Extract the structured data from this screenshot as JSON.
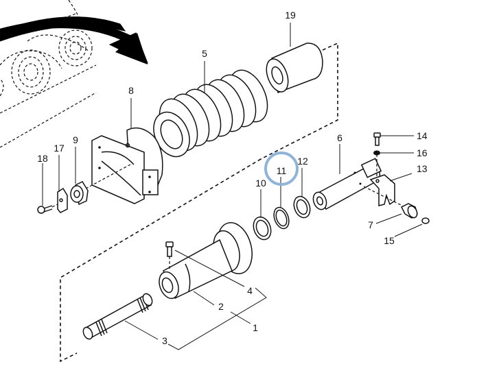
{
  "diagram": {
    "type": "exploded-parts-diagram",
    "subject": "Track idler recoil spring assembly",
    "highlight_color": "#8fb4d9",
    "highlighted_part": "11",
    "parts": [
      {
        "id": "p1",
        "label": "1"
      },
      {
        "id": "p2",
        "label": "2"
      },
      {
        "id": "p3",
        "label": "3"
      },
      {
        "id": "p4",
        "label": "4"
      },
      {
        "id": "p5",
        "label": "5"
      },
      {
        "id": "p6",
        "label": "6"
      },
      {
        "id": "p7",
        "label": "7"
      },
      {
        "id": "p8",
        "label": "8"
      },
      {
        "id": "p9",
        "label": "9"
      },
      {
        "id": "p10",
        "label": "10"
      },
      {
        "id": "p11",
        "label": "11"
      },
      {
        "id": "p12",
        "label": "12"
      },
      {
        "id": "p13",
        "label": "13"
      },
      {
        "id": "p14",
        "label": "14"
      },
      {
        "id": "p15",
        "label": "15"
      },
      {
        "id": "p16",
        "label": "16"
      },
      {
        "id": "p17",
        "label": "17"
      },
      {
        "id": "p18",
        "label": "18"
      },
      {
        "id": "p19",
        "label": "19"
      }
    ]
  }
}
